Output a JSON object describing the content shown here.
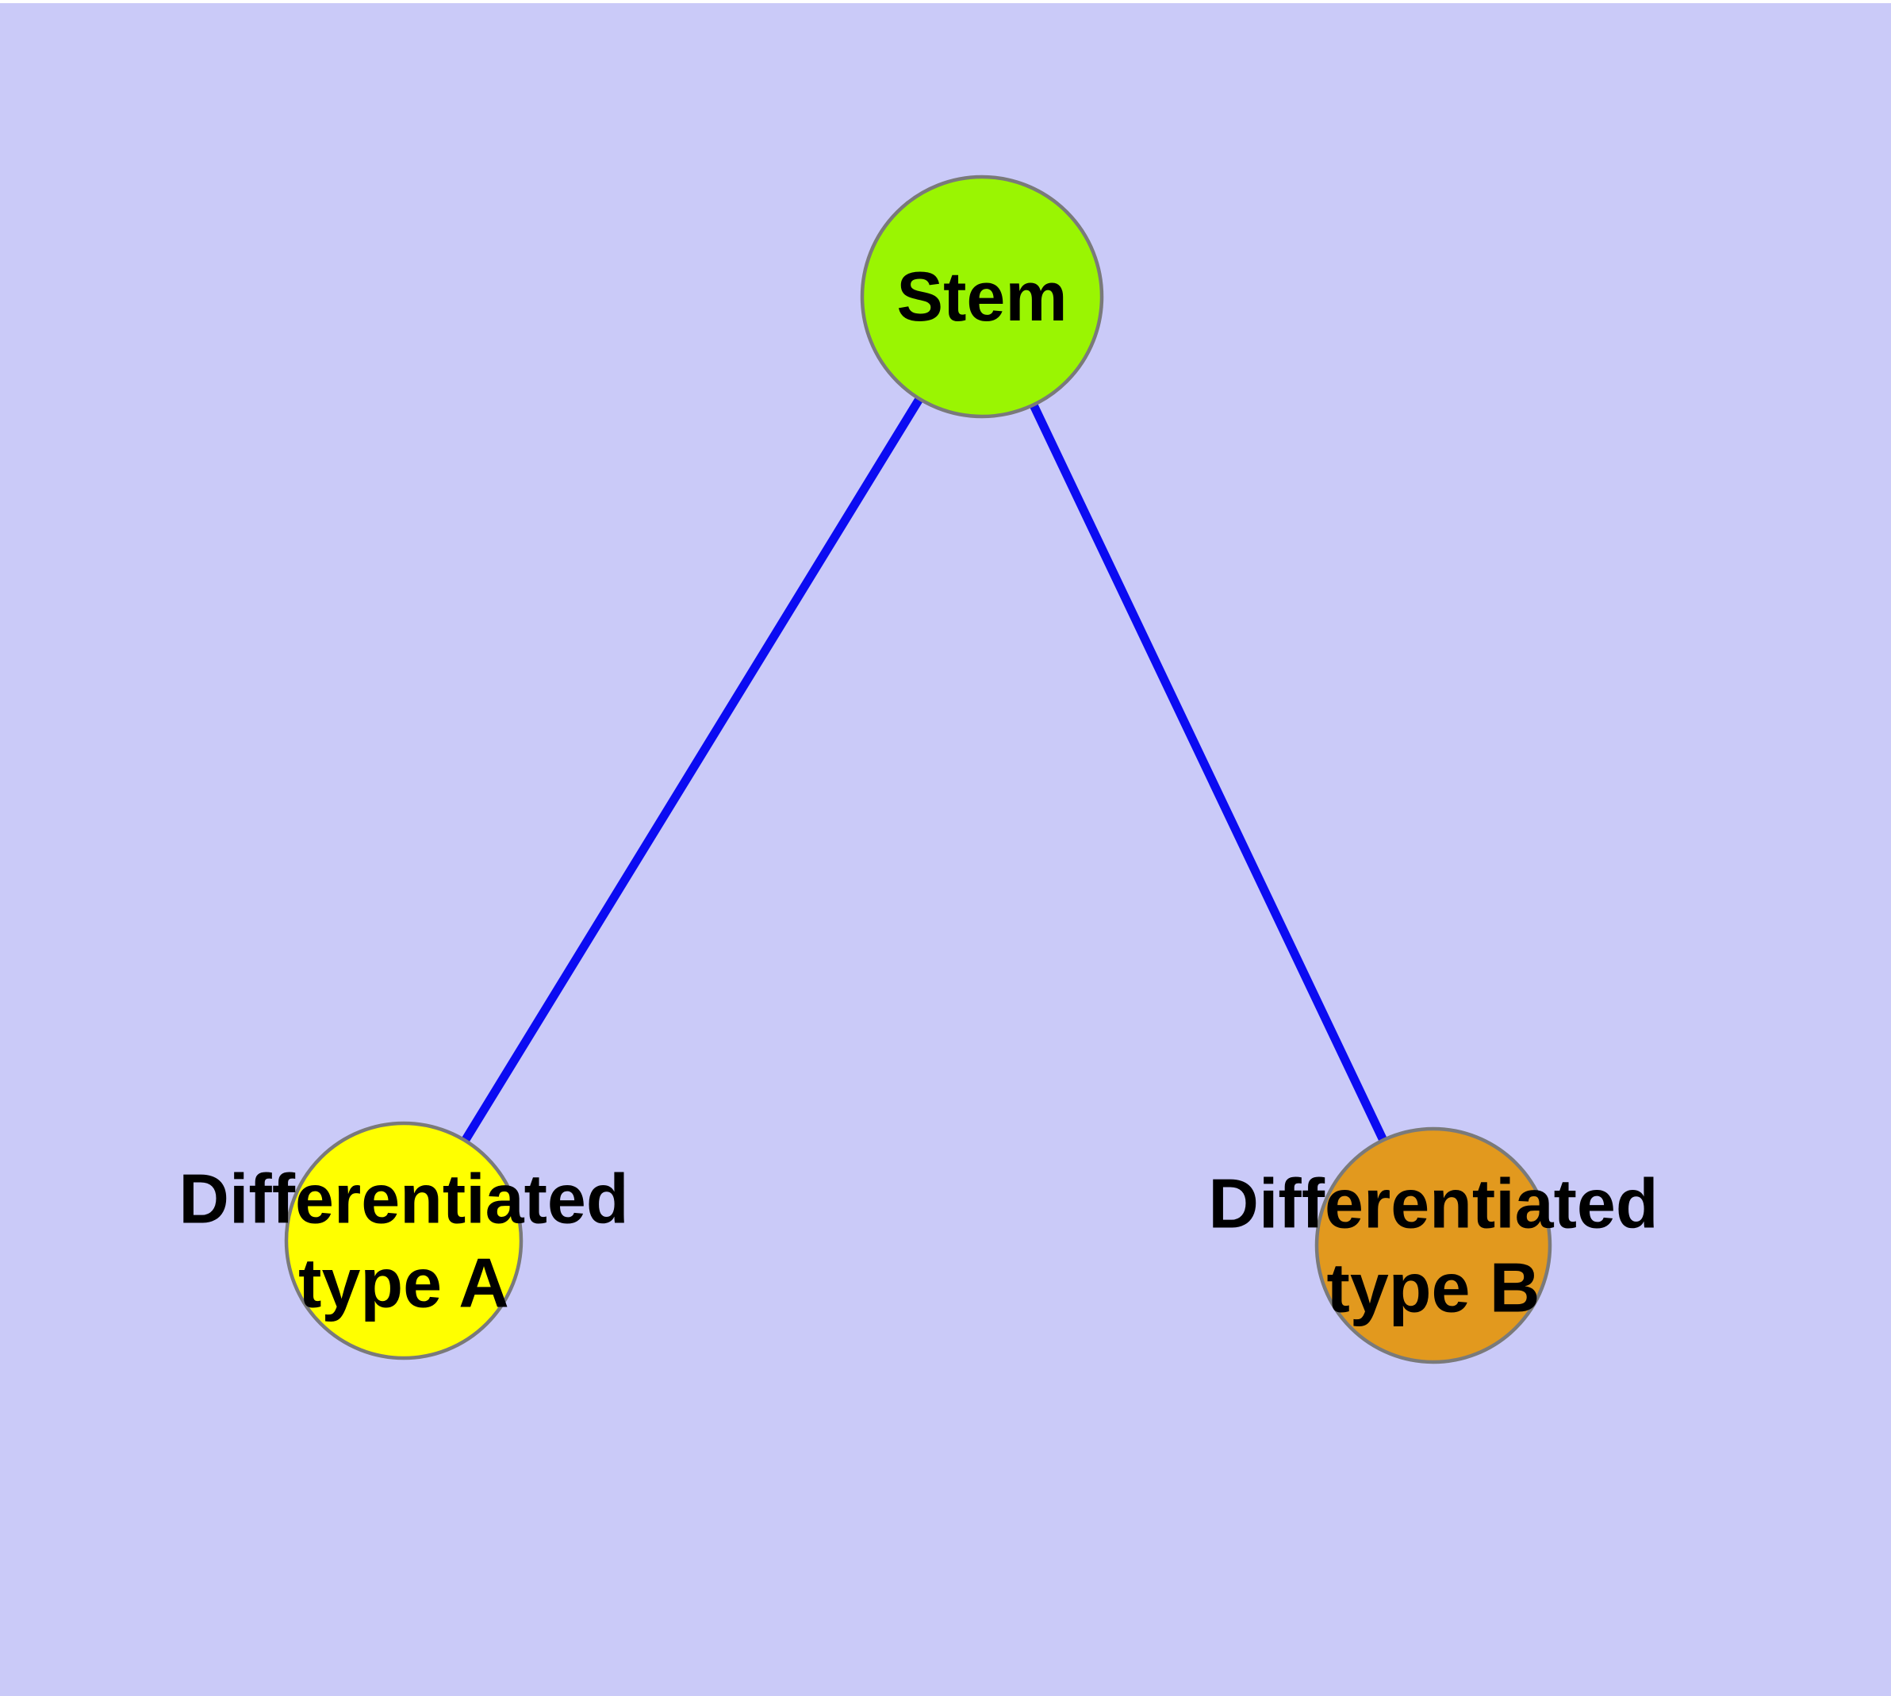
{
  "canvas": {
    "background_color": "#cacaf8",
    "top_margin_color": "#ffffff"
  },
  "graph": {
    "node_style": {
      "border_color": "#7a7a7a",
      "text_color": "#000000"
    },
    "edge_style": {
      "color": "#0b0bf2"
    },
    "nodes": [
      {
        "id": "stem",
        "label": "Stem",
        "fill": "#9af502"
      },
      {
        "id": "differentiated-type-a",
        "label_line1": "Differentiated",
        "label_line2": "type A",
        "fill": "#ffff00"
      },
      {
        "id": "differentiated-type-b",
        "label_line1": "Differentiated",
        "label_line2": "type B",
        "fill": "#e2991e"
      }
    ],
    "edges": [
      {
        "from": "Stem",
        "to": "Differentiated type A",
        "color": "#0b0bf2"
      },
      {
        "from": "Stem",
        "to": "Differentiated type B",
        "color": "#0b0bf2"
      }
    ]
  }
}
